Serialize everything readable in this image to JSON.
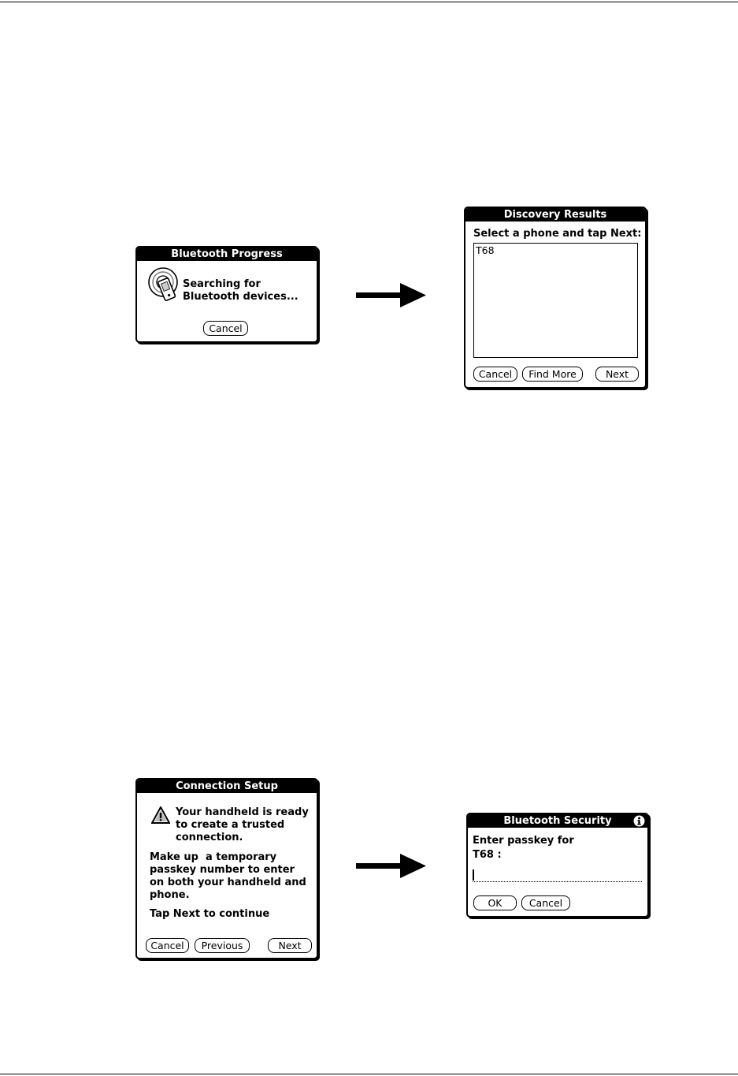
{
  "bluetooth_progress": {
    "title": "Bluetooth Progress",
    "line1": "Searching for",
    "line2": "Bluetooth devices...",
    "cancel_label": "Cancel"
  },
  "discovery_results": {
    "title": "Discovery Results",
    "prompt": "Select a phone and tap Next:",
    "devices": [
      "T68"
    ],
    "cancel_label": "Cancel",
    "find_more_label": "Find More",
    "next_label": "Next"
  },
  "connection_setup": {
    "title": "Connection Setup",
    "ready_lines": [
      "Your handheld is ready",
      "to create a trusted",
      "connection."
    ],
    "passkey_lines": [
      "Make up  a temporary",
      "passkey number to enter",
      "on both your handheld and",
      "phone."
    ],
    "continue_text": "Tap Next to continue",
    "cancel_label": "Cancel",
    "previous_label": "Previous",
    "next_label": "Next"
  },
  "bluetooth_security": {
    "title": "Bluetooth Security",
    "prompt_line1": "Enter passkey for",
    "prompt_line2": "T68 :",
    "passkey_value": "",
    "ok_label": "OK",
    "cancel_label": "Cancel"
  },
  "icons": {
    "progress": "handheld-radio-waves-icon",
    "warning": "warning-triangle-icon",
    "info": "info-icon",
    "arrow": "right-arrow-icon"
  }
}
